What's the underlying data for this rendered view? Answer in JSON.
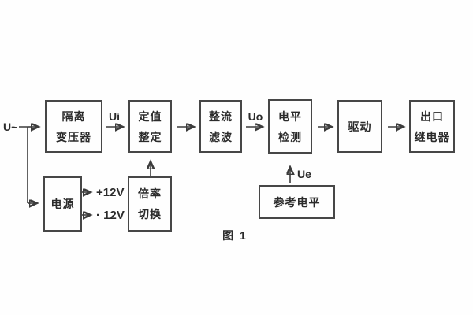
{
  "figure": {
    "caption": "图 1",
    "background_color": "#fefefe",
    "line_color": "#3c3c3c"
  },
  "input": {
    "label": "U~"
  },
  "blocks": {
    "isolation_transformer": {
      "line1": "隔离",
      "line2": "变压器"
    },
    "setpoint_setting": {
      "line1": "定值",
      "line2": "整定"
    },
    "rectifier_filter": {
      "line1": "整流",
      "line2": "滤波"
    },
    "level_detector": {
      "line1": "电平",
      "line2": "检测"
    },
    "driver": {
      "label": "驱动"
    },
    "output_relay": {
      "line1": "出口",
      "line2": "继电器"
    },
    "power_supply": {
      "label": "电源"
    },
    "ratio_switch": {
      "line1": "倍率",
      "line2": "切换"
    },
    "reference_level": {
      "label": "参考电平"
    }
  },
  "signals": {
    "ui": "Ui",
    "uo": "Uo",
    "ue": "Ue",
    "plus_12v": "+12V",
    "minus_12v": "· 12V"
  }
}
